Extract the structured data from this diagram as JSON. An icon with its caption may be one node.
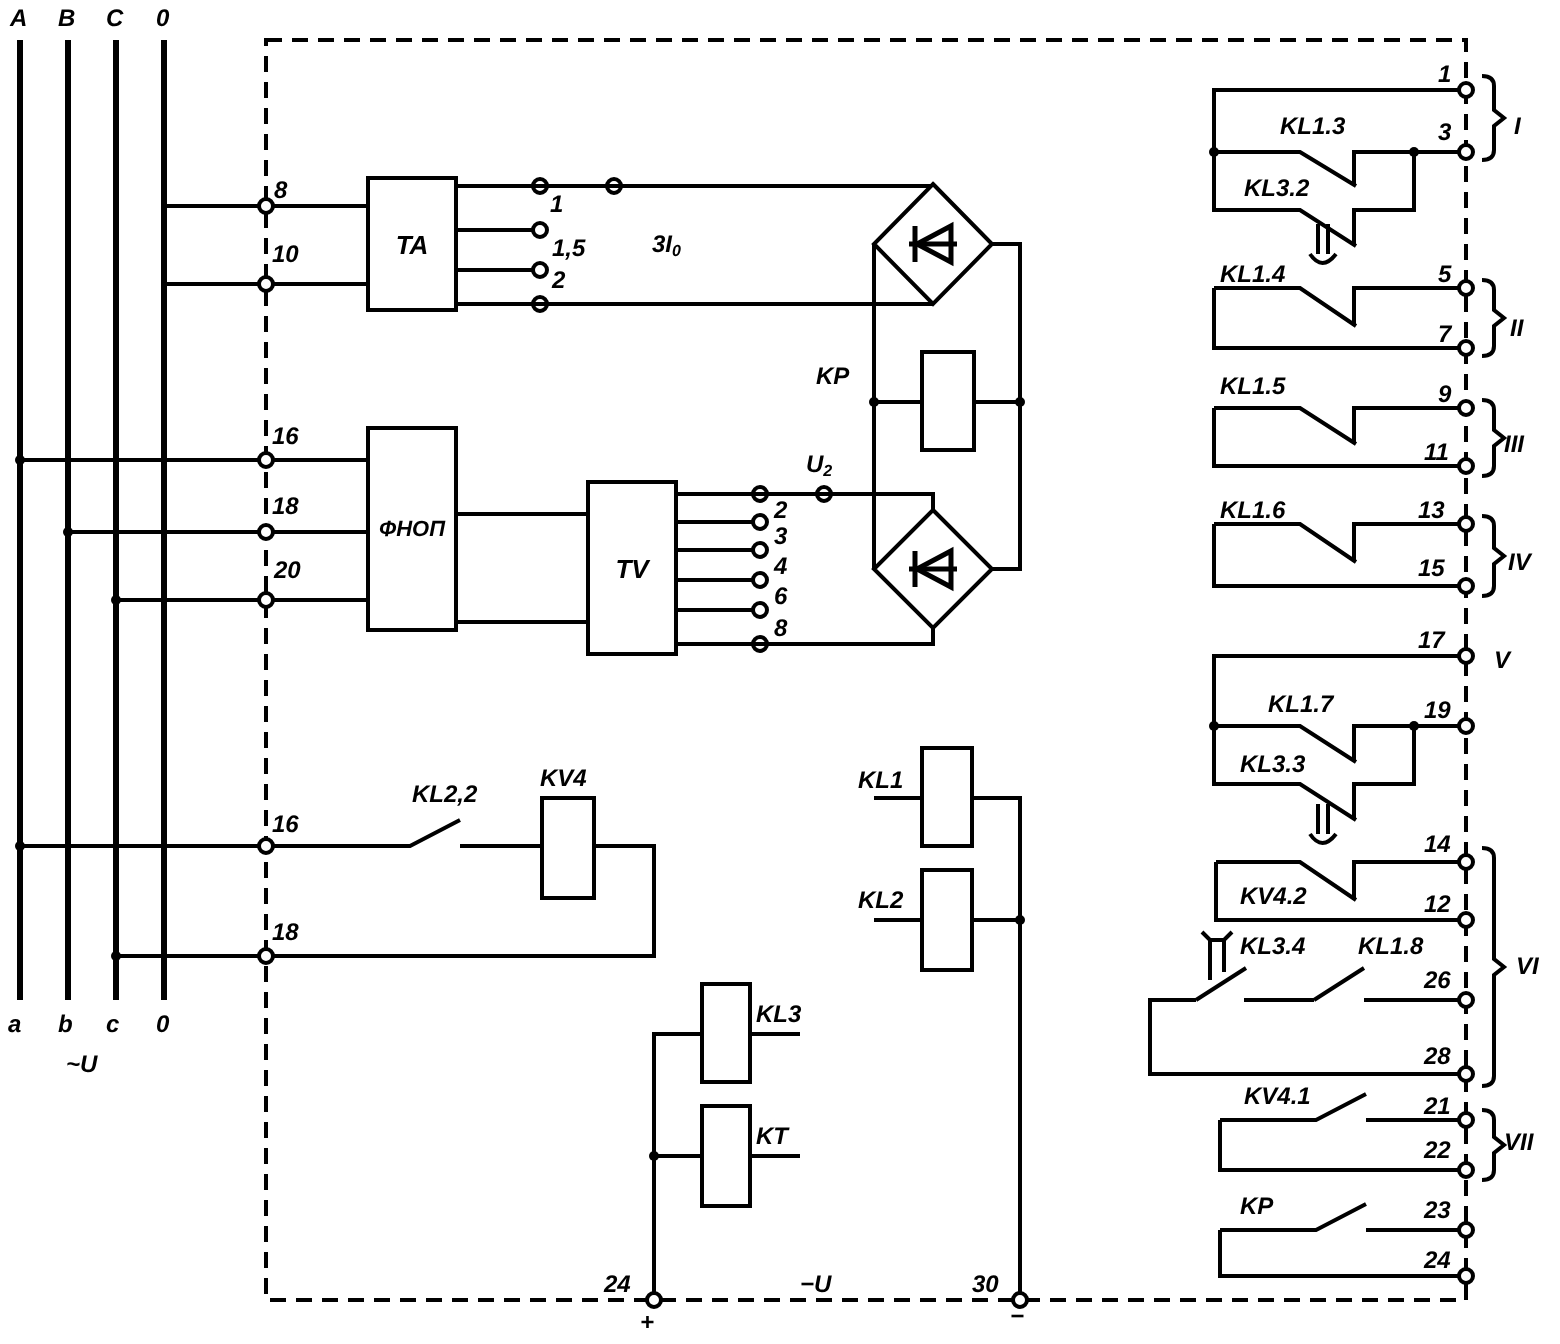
{
  "diagram": {
    "nodes": [
      {
        "text": [
          "TA"
        ]
      },
      {
        "text": [],
        "shape": "diamond"
      },
      {
        "text": [
          "KP"
        ]
      },
      {
        "text": [
          "ФНОП"
        ]
      },
      {
        "text": [
          "TV"
        ]
      },
      {
        "text": [],
        "shape": "diamond"
      },
      {
        "text": [
          "KL1"
        ]
      },
      {
        "text": [
          "KV4"
        ]
      },
      {
        "text": [
          "KL2"
        ]
      },
      {
        "text": [
          "KL3"
        ]
      },
      {
        "text": [
          "KT"
        ]
      }
    ],
    "edges": [
      {
        "from": 3,
        "to": 4,
        "arrow": "none"
      },
      {
        "from": 3,
        "to": 4,
        "arrow": "none"
      },
      {
        "from": 0,
        "to": 1,
        "arrow": "none"
      },
      {
        "from": 0,
        "to": 1,
        "arrow": "none"
      },
      {
        "from": 1,
        "to": 5,
        "arrow": "none"
      },
      {
        "from": 1,
        "to": 5,
        "arrow": "none"
      },
      {
        "from": 4,
        "to": 5,
        "arrow": "none"
      },
      {
        "from": 4,
        "to": 5,
        "arrow": "none"
      },
      {
        "from": 9,
        "to": 10,
        "arrow": "none"
      },
      {
        "from": 6,
        "to": 8,
        "arrow": "none"
      },
      {
        "from": 1,
        "to": 2,
        "arrow": "none"
      },
      {
        "from": 1,
        "to": 2,
        "arrow": "none"
      }
    ],
    "labels": [
      "A",
      "B",
      "C",
      "0",
      "1",
      "KL1.3",
      "3",
      "I",
      "8",
      "KL3.2",
      "1",
      "10",
      "1,5",
      "3I$_{0}$",
      "2",
      "KL1.4",
      "5",
      "7",
      "II",
      "KL1.5",
      "9",
      "16",
      "11",
      "III",
      "U$_{2}$",
      "18",
      "2",
      "KL1.6",
      "13",
      "3",
      "20",
      "4",
      "15",
      "IV",
      "6",
      "8",
      "17",
      "V",
      "KL1.7",
      "19",
      "KL3.3",
      "KL2,2",
      "16",
      "14",
      "KV4.2",
      "12",
      "18",
      "KL3.4",
      "KL1.8",
      "VI",
      "26",
      "a",
      "b",
      "c",
      "0",
      "~U",
      "28",
      "KV4.1",
      "21",
      "22",
      "VII",
      "KP",
      "23",
      "24",
      "24",
      "−U",
      "30",
      "+",
      "−"
    ]
  }
}
